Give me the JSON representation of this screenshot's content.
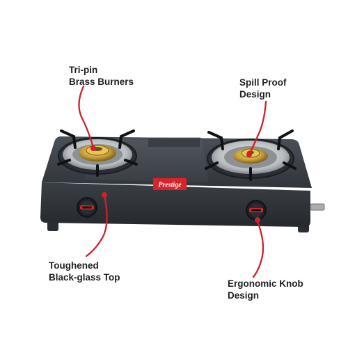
{
  "callouts": {
    "tri_pin": {
      "line1": "Tri-pin",
      "line2": "Brass Burners"
    },
    "spill_proof": {
      "line1": "Spill Proof",
      "line2": "Design"
    },
    "glass_top": {
      "line1": "Toughened",
      "line2": "Black-glass Top"
    },
    "knob": {
      "line1": "Ergonomic Knob",
      "line2": "Design"
    }
  },
  "brand": {
    "logo_text": "Prestige"
  },
  "colors": {
    "background": "#ffffff",
    "callout_line": "#d0202a",
    "glass_top": "#3c4148",
    "body": "#2e3238",
    "brass": "#c9a33a",
    "steel": "#b9bcc0",
    "brand_red": "#d8232a"
  }
}
